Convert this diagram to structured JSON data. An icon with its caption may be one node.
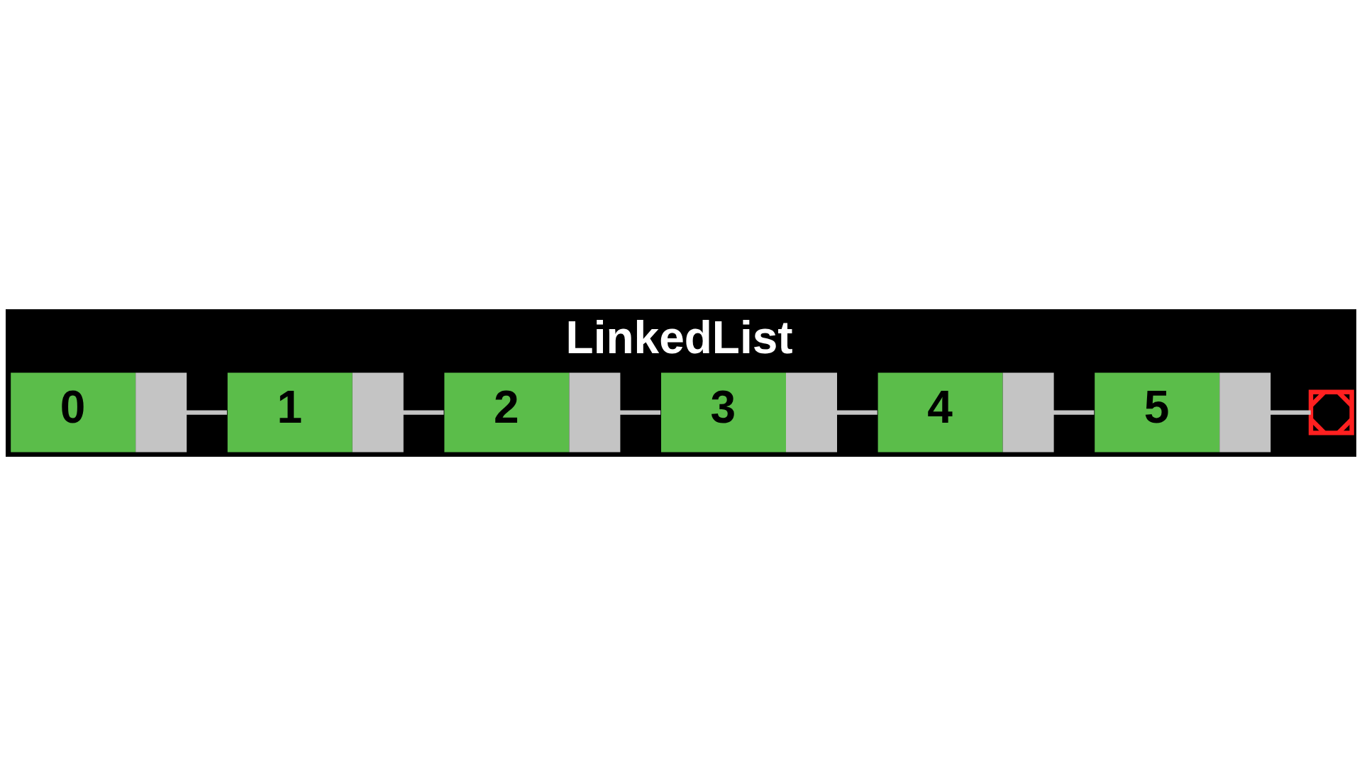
{
  "diagram": {
    "title": "LinkedList",
    "nodes": [
      {
        "text": [
          "0"
        ]
      },
      {
        "text": [
          "1"
        ]
      },
      {
        "text": [
          "2"
        ]
      },
      {
        "text": [
          "3"
        ]
      },
      {
        "text": [
          "4"
        ]
      },
      {
        "text": [
          "5"
        ]
      },
      {
        "text": [],
        "shape": "cross"
      }
    ],
    "edges": [
      {
        "from": 0,
        "to": 1,
        "arrow": "none"
      },
      {
        "from": 1,
        "to": 2,
        "arrow": "none"
      },
      {
        "from": 2,
        "to": 3,
        "arrow": "none"
      },
      {
        "from": 3,
        "to": 4,
        "arrow": "none"
      },
      {
        "from": 4,
        "to": 5,
        "arrow": "none"
      },
      {
        "from": 5,
        "to": 6,
        "arrow": "none"
      }
    ]
  }
}
